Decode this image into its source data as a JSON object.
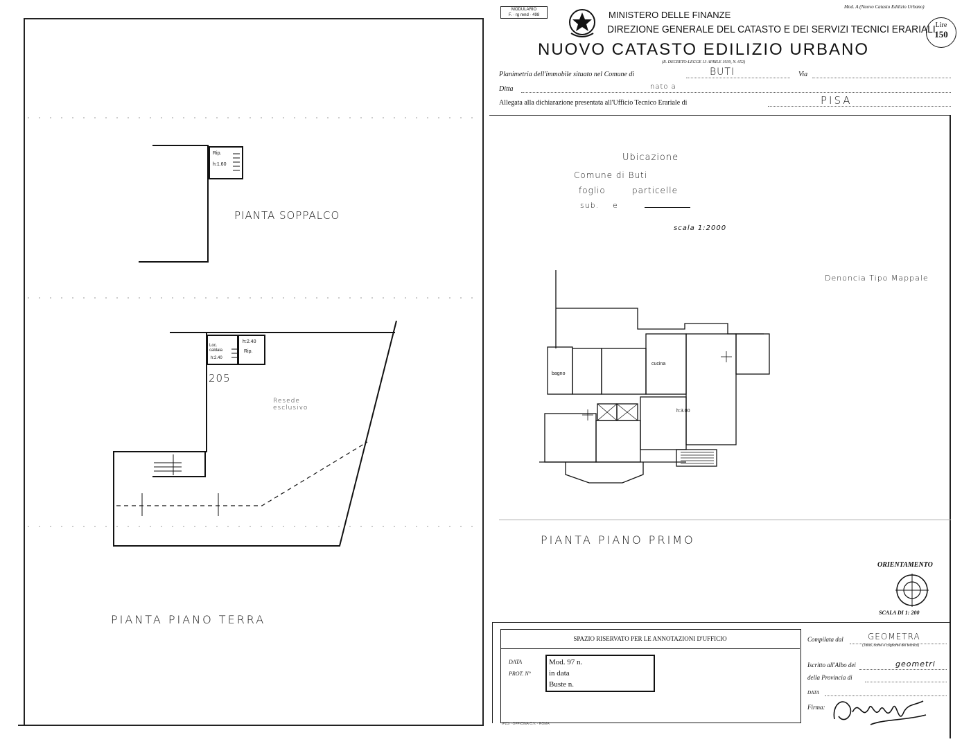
{
  "header": {
    "modulario": "MODULARIO",
    "modulario_sub": "F. · rg rend · 498",
    "mod_a": "Mod. A (Nuovo Catasto Edilizio Urbano)",
    "ministry": "MINISTERO DELLE FINANZE",
    "directorate": "DIREZIONE GENERALE DEL CATASTO E DEI SERVIZI TECNICI ERARIALI",
    "title": "NUOVO CATASTO EDILIZIO URBANO",
    "decree": "(R. DECRETO-LEGGE 13 APRILE 1939, N. 652)",
    "stamp_lire": "Lire",
    "stamp_value": "150"
  },
  "form": {
    "planimetria_label": "Planimetria dell'immobile situato nel Comune di",
    "comune_value": "BUTI",
    "via_label": "Via",
    "ditta_label": "Ditta",
    "ditta_value": "nato a",
    "allegata_label": "Allegata alla dichiarazione presentata all'Ufficio Tecnico Erariale di",
    "ufficio_value": "PISA"
  },
  "ubicazione": {
    "title": "Ubicazione",
    "comune": "Comune di Buti",
    "foglio": "foglio",
    "particelle": "particelle",
    "sub": "sub.",
    "e": "e",
    "scala": "scala 1:2000",
    "denuncia": "Denoncia Tipo Mappale"
  },
  "plans": {
    "soppalco_title": "PIANTA SOPPALCO",
    "soppalco_room": "Rip.",
    "soppalco_height": "h:1.60",
    "terra_title": "PIANTA PIANO TERRA",
    "terra_loc_caldaia": "Loc. caldaia",
    "terra_caldaia_h": "h:2.40",
    "terra_rip_h": "h:2.40",
    "terra_rip": "Rip.",
    "terra_number": "205",
    "resede": "Resede esclusivo",
    "primo_title": "PIANTA PIANO PRIMO",
    "primo_bagno": "bagno",
    "primo_cucina": "cucina",
    "primo_height": "h:3.00"
  },
  "orientamento": {
    "label": "ORIENTAMENTO",
    "scala": "SCALA DI 1: 200"
  },
  "office": {
    "title": "SPAZIO RISERVATO PER LE ANNOTAZIONI D'UFFICIO",
    "data_label": "DATA",
    "prot_label": "PROT. N°",
    "mod_label": "Mod. 97 n.",
    "in_data": "in data",
    "buste": "Buste n.",
    "printer": "IPZS · OFFICINA C.V. · ROMA",
    "compilata_label": "Compilata dal",
    "compilata_value": "GEOMETRA",
    "compilata_sub": "(Titolo, nome e cognome del tecnico)",
    "iscritto_label": "Iscritto all'Albo dei",
    "iscritto_value": "geometri",
    "provincia_label": "della Provincia di",
    "data2_label": "DATA",
    "firma_label": "Firma:"
  }
}
